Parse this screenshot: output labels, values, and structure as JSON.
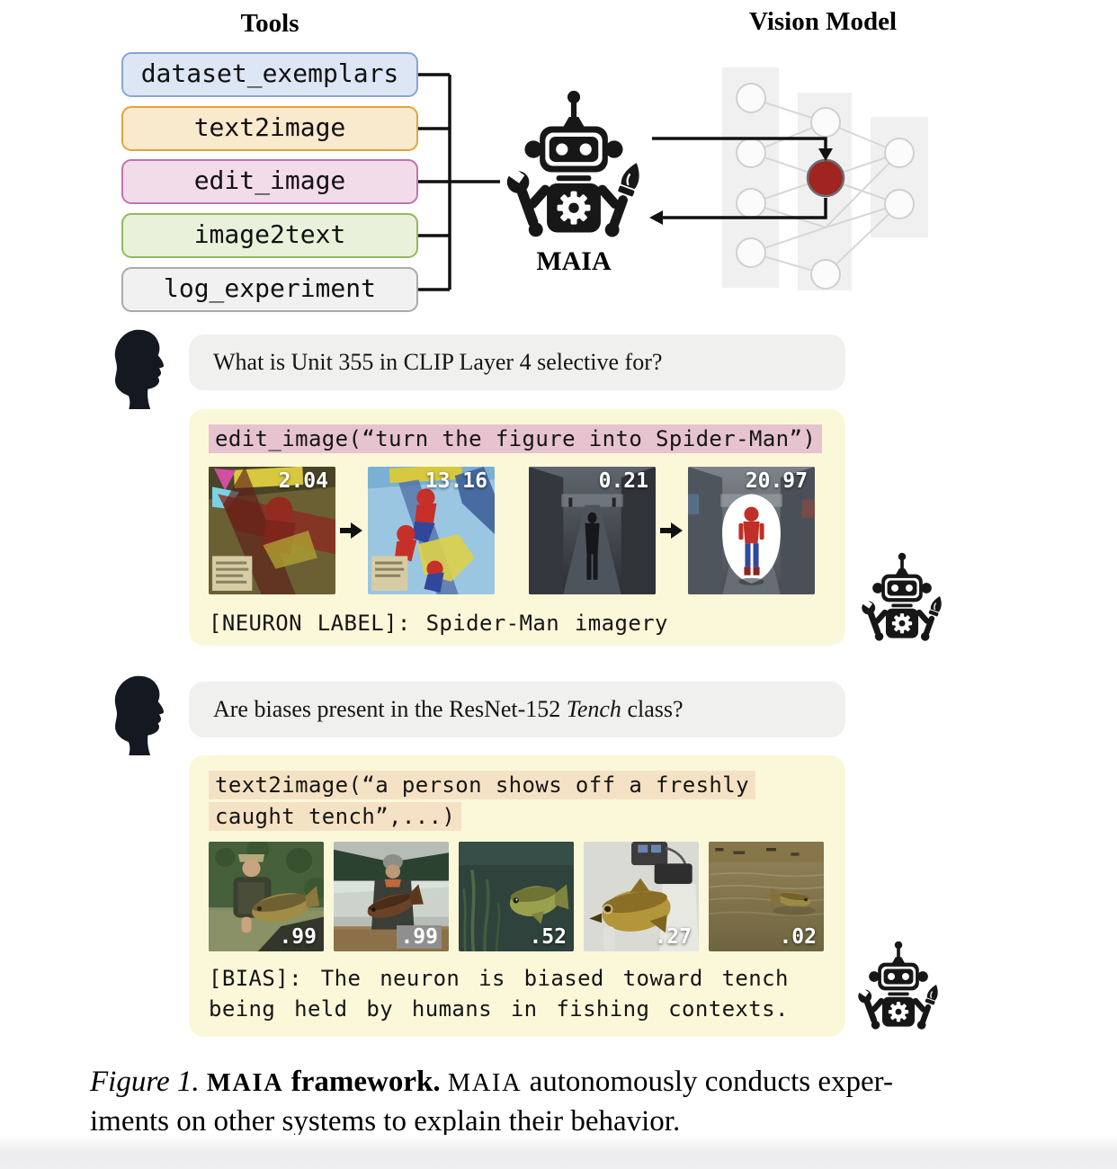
{
  "header": {
    "tools_title": "Tools",
    "vision_title": "Vision Model",
    "maia_label": "MAIA"
  },
  "tools": [
    {
      "label": "dataset_exemplars",
      "fill": "#dde6f4",
      "border": "#89a4d9"
    },
    {
      "label": "text2image",
      "fill": "#f9e9cd",
      "border": "#dfa63e"
    },
    {
      "label": "edit_image",
      "fill": "#f3dcea",
      "border": "#c073ae"
    },
    {
      "label": "image2text",
      "fill": "#e9f1da",
      "border": "#90ba5e"
    },
    {
      "label": "log_experiment",
      "fill": "#f1f1f1",
      "border": "#aaaaaa"
    }
  ],
  "colors": {
    "card_bg": "#fbf8da",
    "bubble_bg": "#f0f0ef",
    "pink_highlight": "#e6c3cf",
    "tan_highlight": "#f5e2c4",
    "red_node": "#a02420"
  },
  "conversation1": {
    "question": "What is Unit 355 in CLIP Layer 4 selective for?",
    "code": "edit_image(“turn the figure into Spider-Man”)",
    "images": [
      {
        "name": "comic-page-original",
        "score": "2.04"
      },
      {
        "name": "comic-page-spiderman-edit",
        "score": "13.16"
      },
      {
        "name": "street-person-original",
        "score": "0.21"
      },
      {
        "name": "street-spiderman-edit",
        "score": "20.97"
      }
    ],
    "result": "[NEURON LABEL]: Spider-Man imagery"
  },
  "conversation2": {
    "question_pre": "Are biases present in the ResNet-152 ",
    "question_italic": "Tench",
    "question_post": " class?",
    "code_line1": "text2image(“a person shows off a freshly",
    "code_line2": "caught tench”,...)",
    "images": [
      {
        "name": "angler-holding-tench",
        "score": ".99"
      },
      {
        "name": "person-holding-tench-lake",
        "score": ".99"
      },
      {
        "name": "tench-underwater",
        "score": ".52"
      },
      {
        "name": "tench-held-by-device",
        "score": ".27"
      },
      {
        "name": "tench-murky-water",
        "score": ".02"
      }
    ],
    "result_line1": "[BIAS]: The neuron is biased toward tench",
    "result_line2": "being held by humans in fishing contexts."
  },
  "caption": {
    "figure_label": "Figure 1. ",
    "maia_smallcaps_1": "MAIA",
    "bold_text": " framework. ",
    "maia_smallcaps_2": "MAIA",
    "line1_rest": " autonomously conducts exper-",
    "line2": "iments on other systems to explain their behavior."
  }
}
